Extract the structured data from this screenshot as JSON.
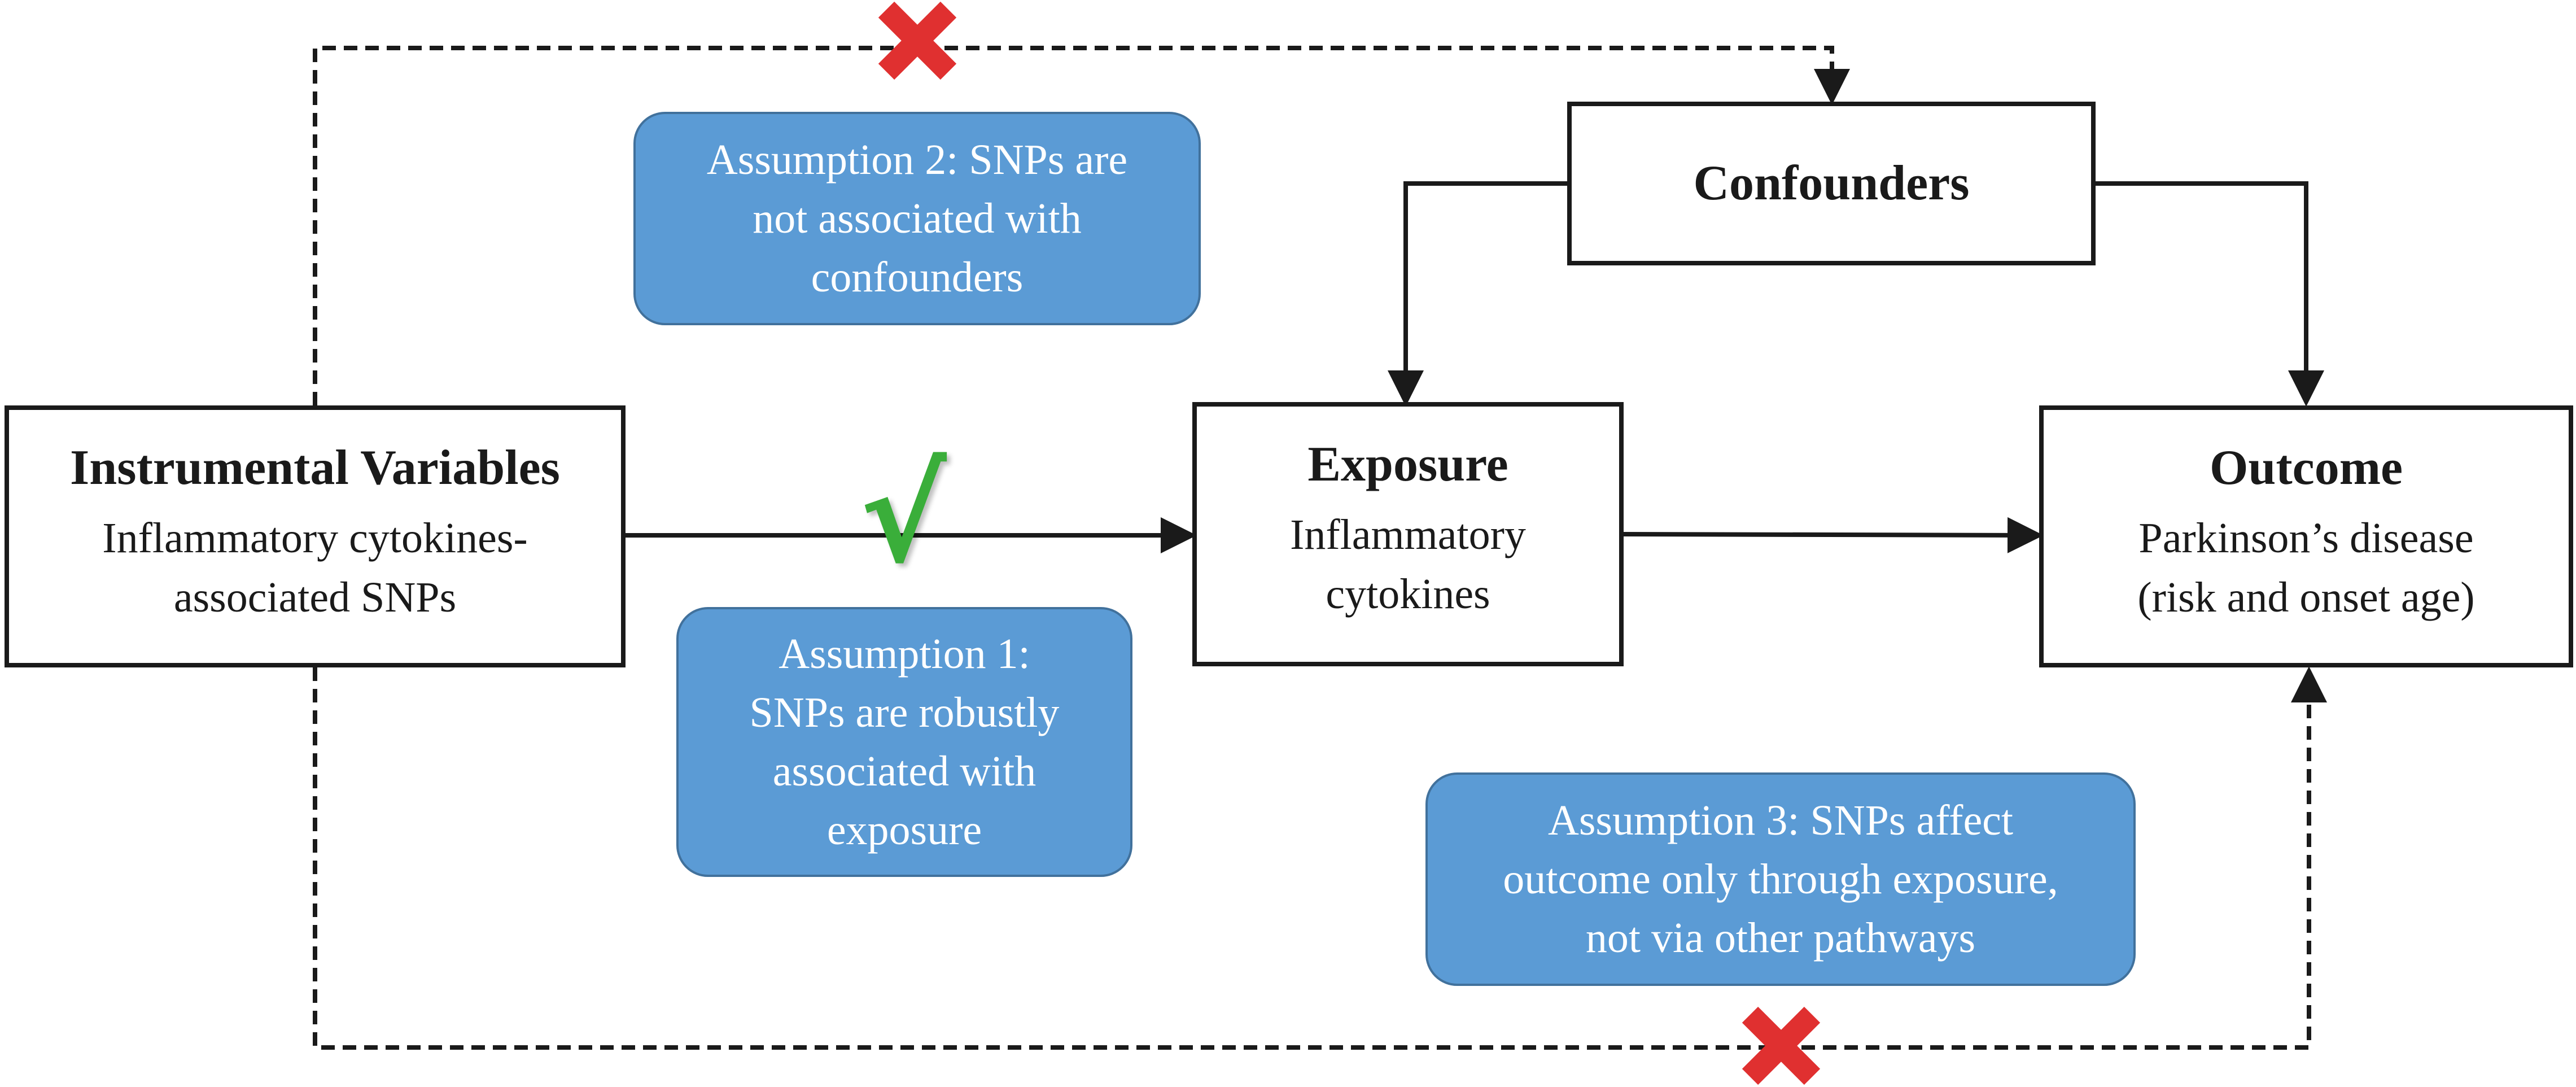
{
  "boxes": {
    "instrument": {
      "title": "Instrumental Variables",
      "subtitle": "Inflammatory cytokines-\nassociated SNPs"
    },
    "exposure": {
      "title": "Exposure",
      "subtitle": "Inflammatory\ncytokines"
    },
    "outcome": {
      "title": "Outcome",
      "subtitle": "Parkinson’s disease\n(risk and onset age)"
    },
    "confounders": {
      "title": "Confounders"
    }
  },
  "assumptions": {
    "a1": "Assumption 1:\nSNPs are robustly\nassociated with\nexposure",
    "a2": "Assumption 2: SNPs are\nnot associated with\nconfounders",
    "a3": "Assumption 3: SNPs affect\noutcome only through exposure,\nnot via other pathways"
  },
  "marks": {
    "valid": "√",
    "colors": {
      "check": "#3aae3a",
      "cross": "#e03030",
      "box_fill": "#5b9bd5",
      "box_border": "#41719c"
    }
  }
}
